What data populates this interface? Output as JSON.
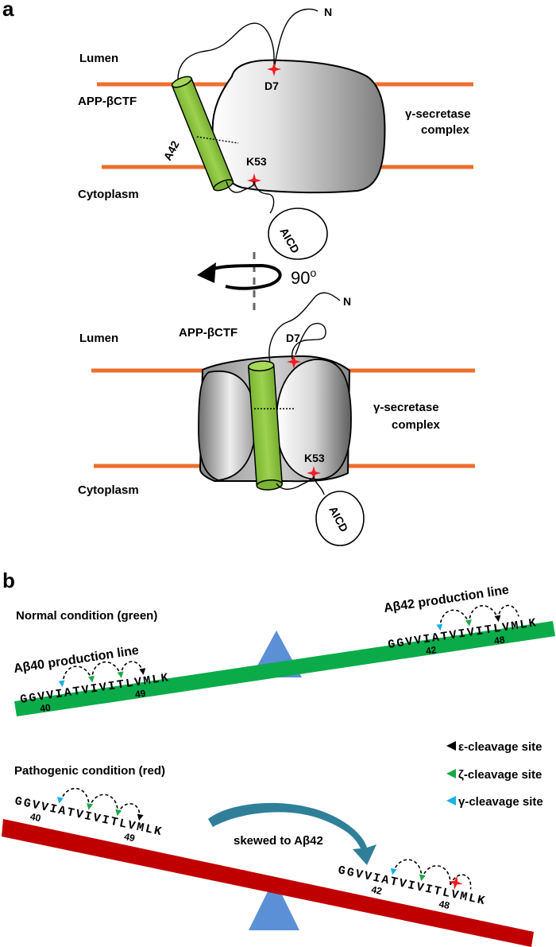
{
  "panel_a": {
    "letter": "a",
    "top": {
      "lumen": "Lumen",
      "cytoplasm": "Cytoplasm",
      "substrate": "APP-βCTF",
      "complex_line1": "γ-secretase",
      "complex_line2": "complex",
      "n_terminus": "N",
      "site_d7": "D7",
      "site_k53": "K53",
      "site_a42": "A42",
      "aicd": "AICD"
    },
    "rotation": "90",
    "rotation_sup": "o",
    "bottom": {
      "lumen": "Lumen",
      "cytoplasm": "Cytoplasm",
      "substrate": "APP-βCTF",
      "complex_line1": "γ-secretase",
      "complex_line2": "complex",
      "n_terminus": "N",
      "site_d7": "D7",
      "site_k53": "K53",
      "aicd": "AICD"
    }
  },
  "panel_b": {
    "letter": "b",
    "normal_condition": "Normal condition (green)",
    "pathogenic_condition": "Pathogenic condition (red)",
    "ab40_line": "Aβ40 production line",
    "ab42_line": "Aβ42 production line",
    "sequence": "GGVVIATVIVITLVMLK",
    "num_40": "40",
    "num_49": "49",
    "num_42": "42",
    "num_48": "48",
    "skewed": "skewed to Aβ42",
    "legend": [
      {
        "label": "ε-cleavage site",
        "color": "#000000"
      },
      {
        "label": "ζ-cleavage site",
        "color": "#1aa84a"
      },
      {
        "label": "γ-cleavage site",
        "color": "#1ab0e8"
      }
    ]
  },
  "colors": {
    "membrane": "#ee6f2d",
    "helix": "#8cc63f",
    "normal_beam": "#0bab4a",
    "pathogenic_beam": "#c00000",
    "fulcrum": "#5b8fd6",
    "skew_arrow": "#2f7f99",
    "mutation_star": "#ee1c24"
  }
}
